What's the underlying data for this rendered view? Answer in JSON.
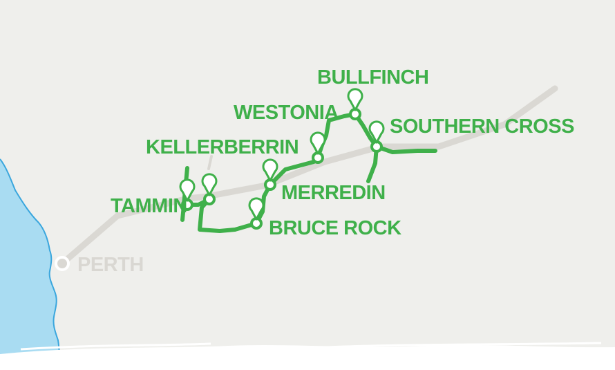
{
  "map": {
    "colors": {
      "land": "#efefec",
      "ocean": "#a9dcf2",
      "coastline": "#3aa6dd",
      "highway": "#dad8d3",
      "route": "#3fb04a",
      "marker_fill": "#ffffff",
      "city_label": "#d9d7d2",
      "town_label": "#3fb04a"
    },
    "city": {
      "name": "PERTH",
      "icon": "city-dot-icon"
    },
    "towns": [
      {
        "id": "tammin",
        "name": "TAMMIN",
        "icon": "location-pin-icon"
      },
      {
        "id": "kellerberrin",
        "name": "KELLERBERRIN",
        "icon": "location-pin-icon"
      },
      {
        "id": "bruce-rock",
        "name": "BRUCE ROCK",
        "icon": "location-pin-icon"
      },
      {
        "id": "merredin",
        "name": "MERREDIN",
        "icon": "location-pin-icon"
      },
      {
        "id": "westonia",
        "name": "WESTONIA",
        "icon": "location-pin-icon"
      },
      {
        "id": "bullfinch",
        "name": "BULLFINCH",
        "icon": "location-pin-icon"
      },
      {
        "id": "southern-cross",
        "name": "SOUTHERN CROSS",
        "icon": "location-pin-icon"
      }
    ]
  }
}
